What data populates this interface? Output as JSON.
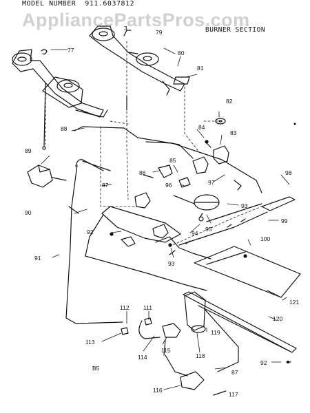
{
  "header": {
    "model_label": "MODEL NUMBER",
    "model_number": "911.6037812",
    "section_title": "BURNER SECTION"
  },
  "watermark": {
    "text": "AppliancePartsPros.com"
  },
  "callouts": {
    "c3": "3",
    "c77": "77",
    "c79": "79",
    "c80": "80",
    "c81": "81",
    "c82": "82",
    "c83": "83",
    "c84": "84",
    "c85": "85",
    "c86": "86",
    "c87": "87",
    "c87b": "87",
    "c88": "88",
    "c89": "89",
    "c90": "90",
    "c91": "91",
    "c92": "92",
    "c92b": "92",
    "c93": "93",
    "c93b": "93",
    "c94": "94",
    "c95": "95",
    "c96": "96",
    "c97": "97",
    "c98": "98",
    "c99": "99",
    "c100": "100",
    "c111": "111",
    "c112": "112",
    "c113": "113",
    "c114": "114",
    "c115": "115",
    "c116": "116",
    "c117": "117",
    "c118": "118",
    "c119": "119",
    "c120": "120",
    "c121": "121",
    "b5": "B5"
  },
  "colors": {
    "ink": "#111111",
    "watermark": "#969696",
    "background": "#ffffff"
  }
}
